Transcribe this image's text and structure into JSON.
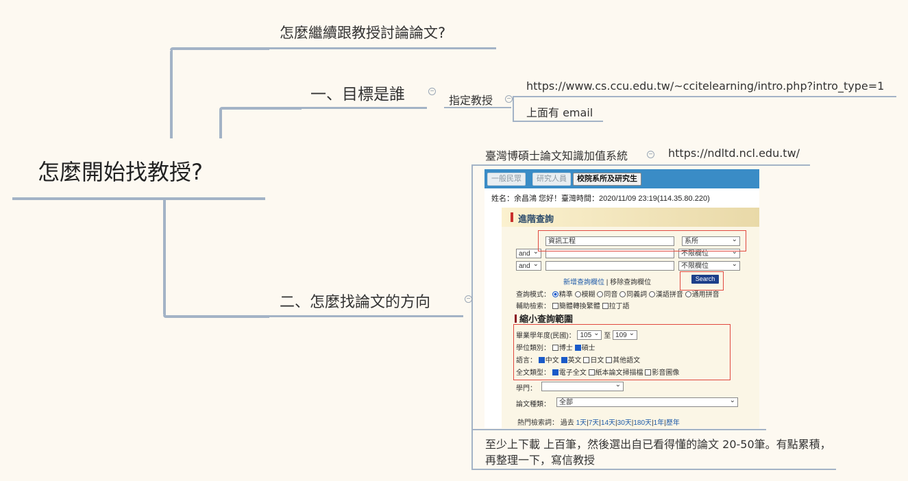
{
  "root": {
    "label": "怎麼開始找教授?"
  },
  "topics": {
    "continue": {
      "label": "怎麼繼續跟教授討論論文?"
    },
    "target": {
      "label": "一、目標是誰",
      "child": {
        "label": "指定教授",
        "items": [
          "https://www.cs.ccu.edu.tw/~ccitelearning/intro.php?intro_type=1",
          "上面有 email"
        ]
      }
    },
    "direction": {
      "label": "二、怎麼找論文的方向",
      "child": {
        "label": "臺灣博碩士論文知識加值系統",
        "url": "https://ndltd.ncl.edu.tw/",
        "note": "至少上下載 上百筆，然後選出自已看得懂的論文 20-50筆。有點累積，再整理一下，寫信教授"
      }
    }
  },
  "screenshot": {
    "tabs": [
      "一般民眾",
      "研究人員",
      "校院系所及研究生"
    ],
    "greeting": "姓名：余昌鴻 您好！臺灣時間：2020/11/09 23:19(114.35.80.220)",
    "panel_title": "進階查詢",
    "query_value": "資訊工程",
    "field_select": "系所",
    "op1": "and",
    "op2": "and",
    "any_field": "不限欄位",
    "add_field": "新增查詢欄位",
    "separator": "|",
    "remove_field": "移除查詢欄位",
    "search_button": "Search",
    "mode_label": "查詢模式：",
    "modes": [
      "精準",
      "模糊",
      "同音",
      "同義詞",
      "漢語拼音",
      "通用拼音"
    ],
    "aux_label": "輔助檢索：",
    "aux_options": [
      "簡體轉換繁體",
      "拉丁語"
    ],
    "narrow_title": "縮小查詢範圍",
    "year_label": "畢業學年度(民國)：",
    "year_from": "105",
    "year_to_word": "至",
    "year_to": "109",
    "degree_label": "學位類別：",
    "degrees": [
      "博士",
      "碩士"
    ],
    "lang_label": "語言：",
    "langs": [
      "中文",
      "英文",
      "日文",
      "其他語文"
    ],
    "fulltext_label": "全文類型：",
    "fulltext": [
      "電子全文",
      "紙本論文掃描檔",
      "影音圖像"
    ],
    "discipline_label": "學門：",
    "paper_type_label": "論文種類：",
    "paper_type_value": "全部",
    "hot_label": "熱門檢索詞：",
    "hot_past": "過去",
    "hot_ranges": [
      "1天",
      "7天",
      "14天",
      "30天",
      "180天",
      "1年",
      "歷年"
    ]
  }
}
